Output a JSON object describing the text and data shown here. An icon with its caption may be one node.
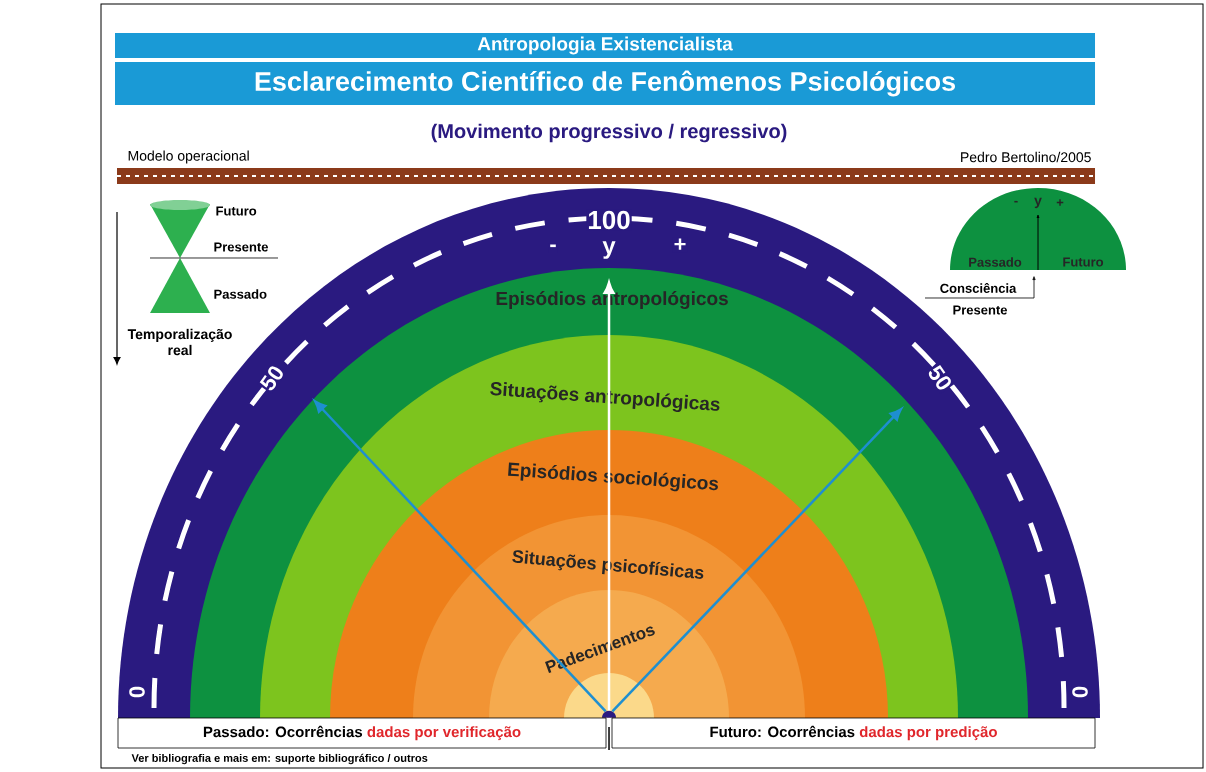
{
  "diagram": {
    "nodes": [
      {
        "text": [
          "Antropologia Existencialista"
        ]
      },
      {
        "text": [
          "Esclarecimento Científico de Fenômenos Psicológicos"
        ]
      },
      {
        "text": [
          "100",
          "-",
          "y",
          "+",
          "50",
          "50",
          "0",
          "0"
        ]
      },
      {
        "text": [
          "Episódios antropológicos"
        ],
        "in": 2
      },
      {
        "text": [
          "Situações antropológicas"
        ],
        "in": 3
      },
      {
        "text": [
          "Episódios sociológicos"
        ],
        "in": 4
      },
      {
        "text": [
          "Situações psicofísicas"
        ],
        "in": 5
      },
      {
        "text": [
          "Padecimentos"
        ],
        "in": 6
      },
      {
        "text": [],
        "shape": "circle",
        "in": 7
      },
      {
        "text": [
          "Passado: Ocorrências",
          "dadas por verificação"
        ]
      },
      {
        "text": [
          "Futuro: Ocorrências",
          "dadas por predição"
        ]
      },
      {
        "text": [
          "-",
          "y",
          "+",
          "Passado",
          "Futuro"
        ]
      }
    ],
    "edges": [
      {
        "from": 8,
        "to": null,
        "arrow": "to"
      },
      {
        "from": 8,
        "to": null,
        "arrow": "to",
        "color": "#ffffff"
      },
      {
        "from": 8,
        "to": null,
        "arrow": "to"
      }
    ],
    "labels": [
      "(Movimento progressivo / regressivo)",
      "Modelo operacional",
      "Pedro Bertolino/2005",
      "Futuro",
      "Presente",
      "Passado",
      "Temporalização real",
      "Consciência",
      "Presente",
      "Ver bibliografia e mais em: suporte bibliográfico / outros"
    ]
  }
}
